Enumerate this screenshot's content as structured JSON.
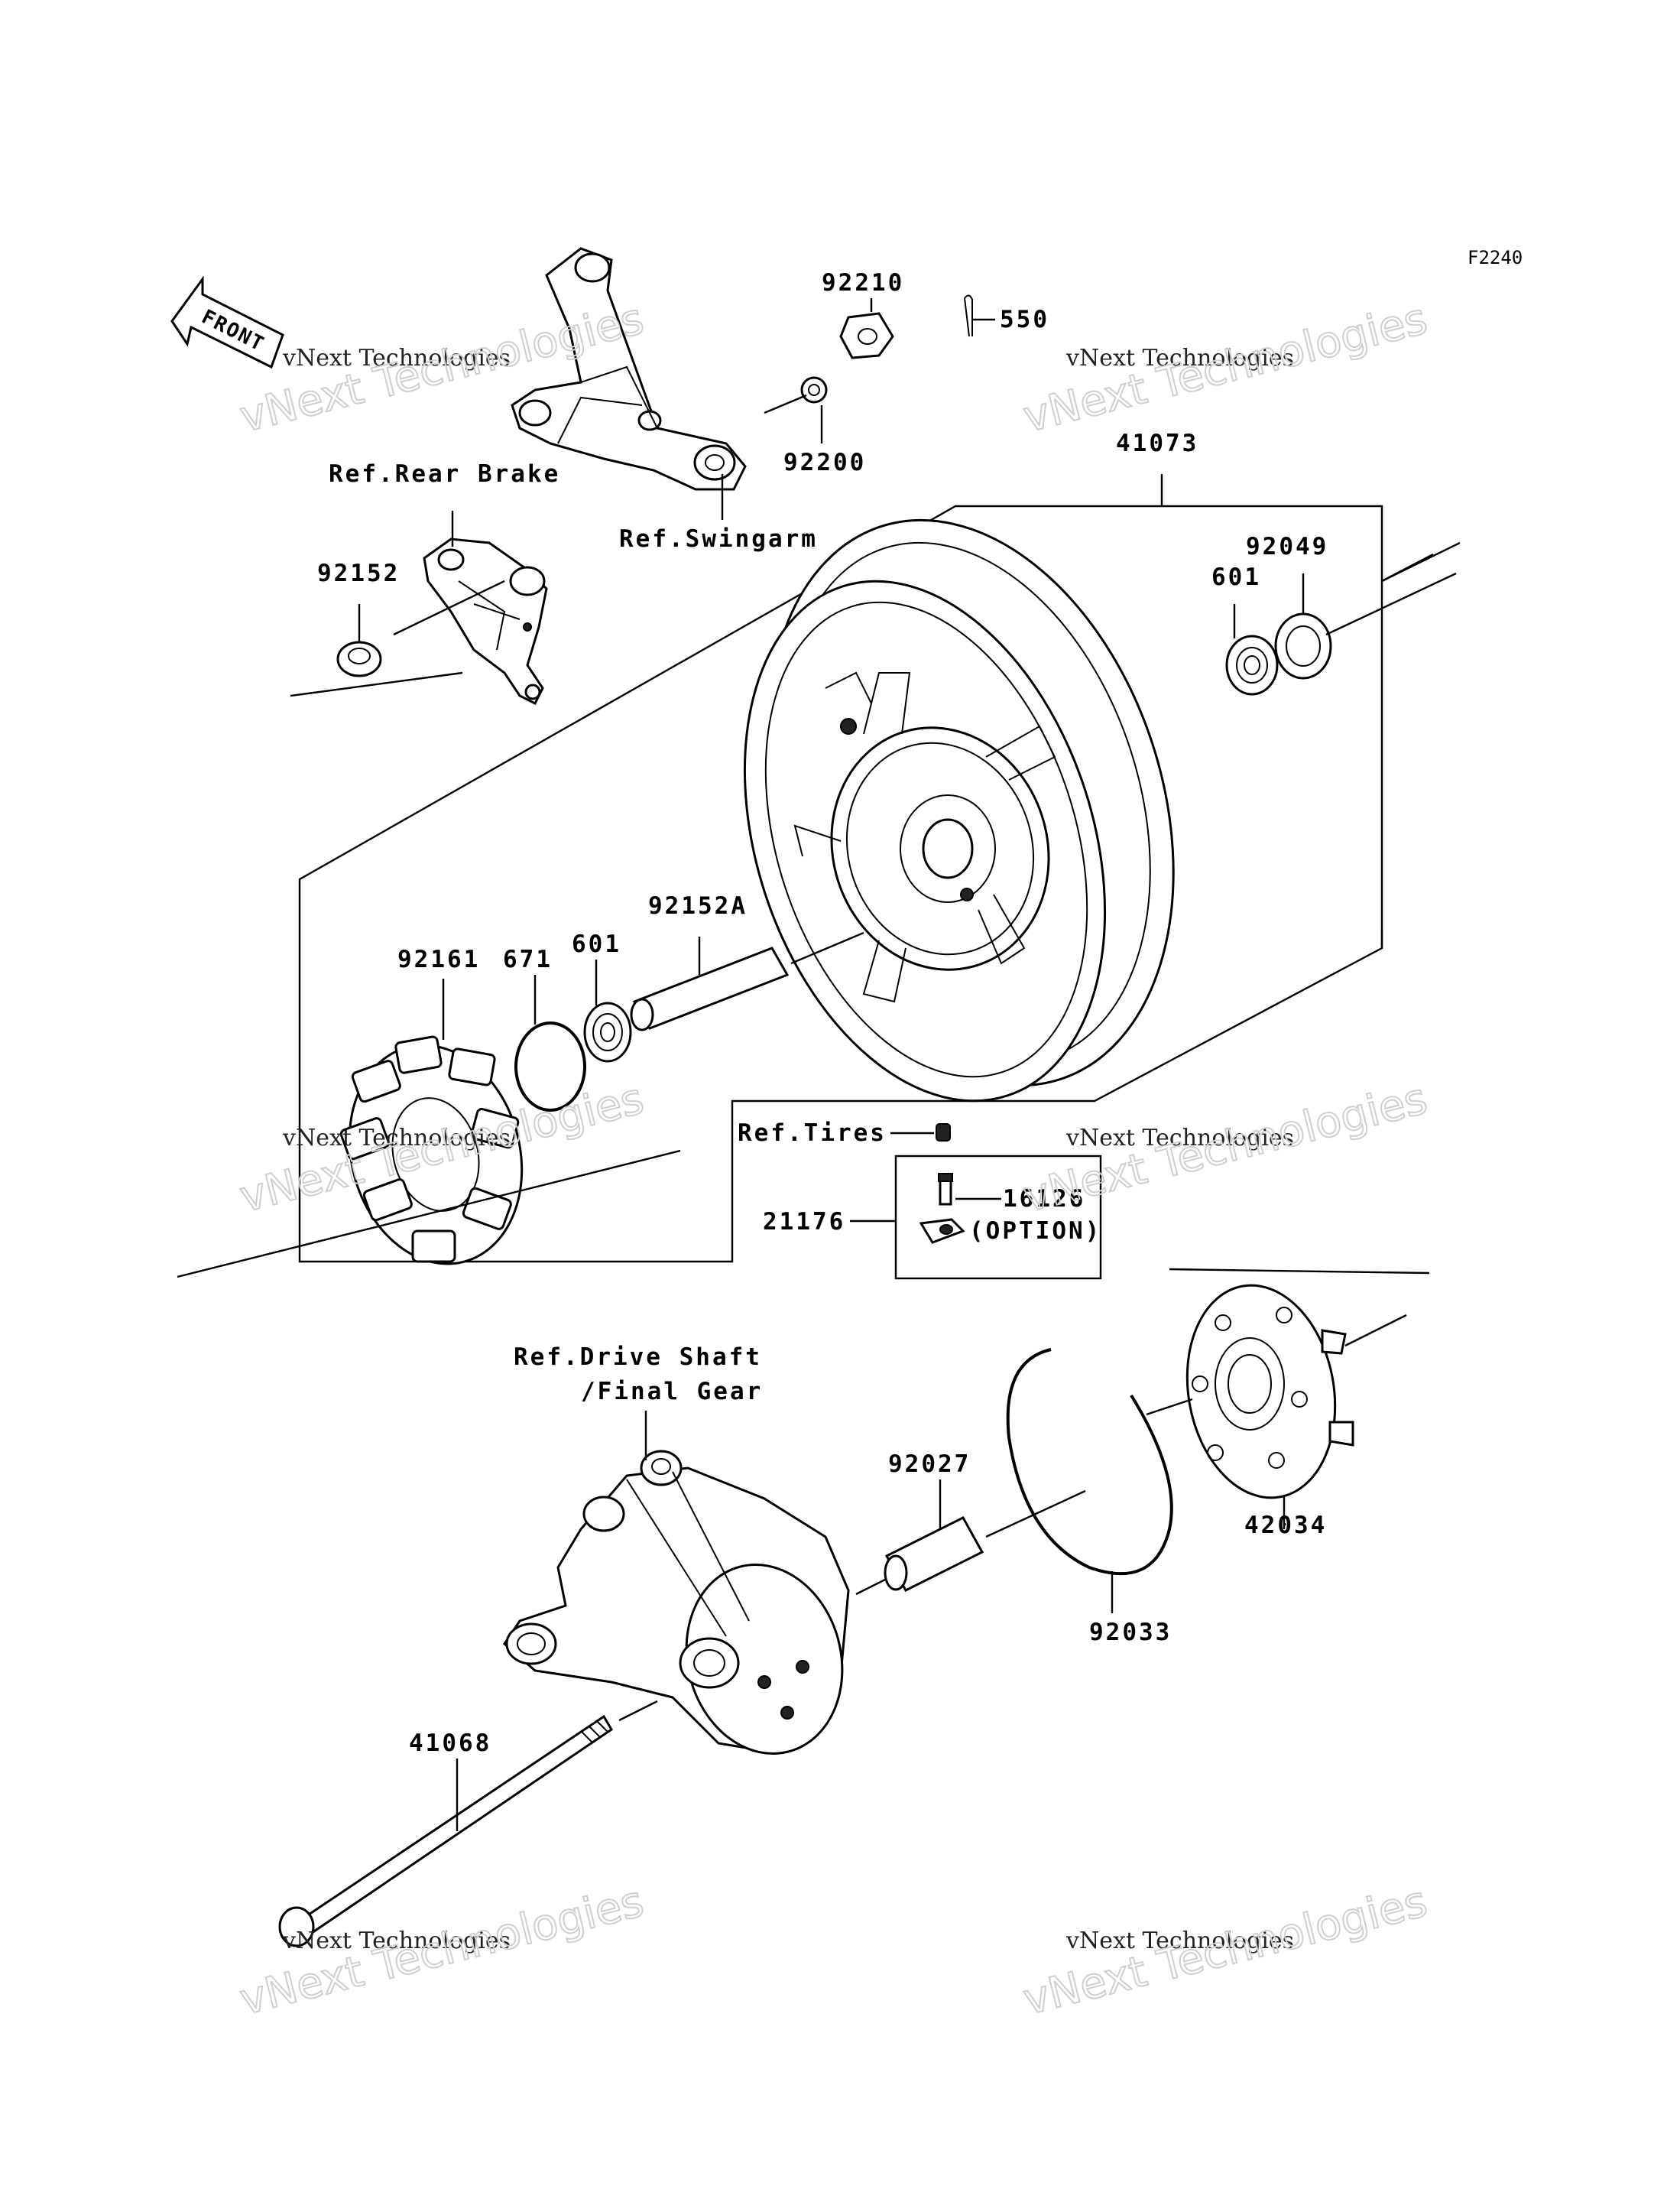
{
  "diagram_code": "F2240",
  "front_badge": "FRONT",
  "labels": {
    "p92210": "92210",
    "p550": "550",
    "p92200": "92200",
    "p41073": "41073",
    "p92049": "92049",
    "p601_right": "601",
    "p92152": "92152",
    "ref_rear_brake": "Ref.Rear Brake",
    "ref_swingarm": "Ref.Swingarm",
    "p92152A": "92152A",
    "p92161": "92161",
    "p671": "671",
    "p601_left": "601",
    "ref_tires": "Ref.Tires",
    "p16126": "16126",
    "option": "(OPTION)",
    "p21176": "21176",
    "ref_drive_shaft_1": "Ref.Drive Shaft",
    "ref_drive_shaft_2": "/Final Gear",
    "p92027": "92027",
    "p42034": "42034",
    "p92033": "92033",
    "p41068": "41068"
  },
  "watermarks": [
    {
      "line1": "vNext Technologies",
      "line2": "vNext Technologies"
    },
    {
      "line1": "vNext Technologies",
      "line2": "vNext Technologies"
    },
    {
      "line1": "vNext Technologies",
      "line2": "vNext Technologies"
    },
    {
      "line1": "vNext Technologies",
      "line2": "vNext Technologies"
    },
    {
      "line1": "vNext Technologies",
      "line2": "vNext Technologies"
    },
    {
      "line1": "vNext Technologies",
      "line2": "vNext Technologies"
    }
  ]
}
